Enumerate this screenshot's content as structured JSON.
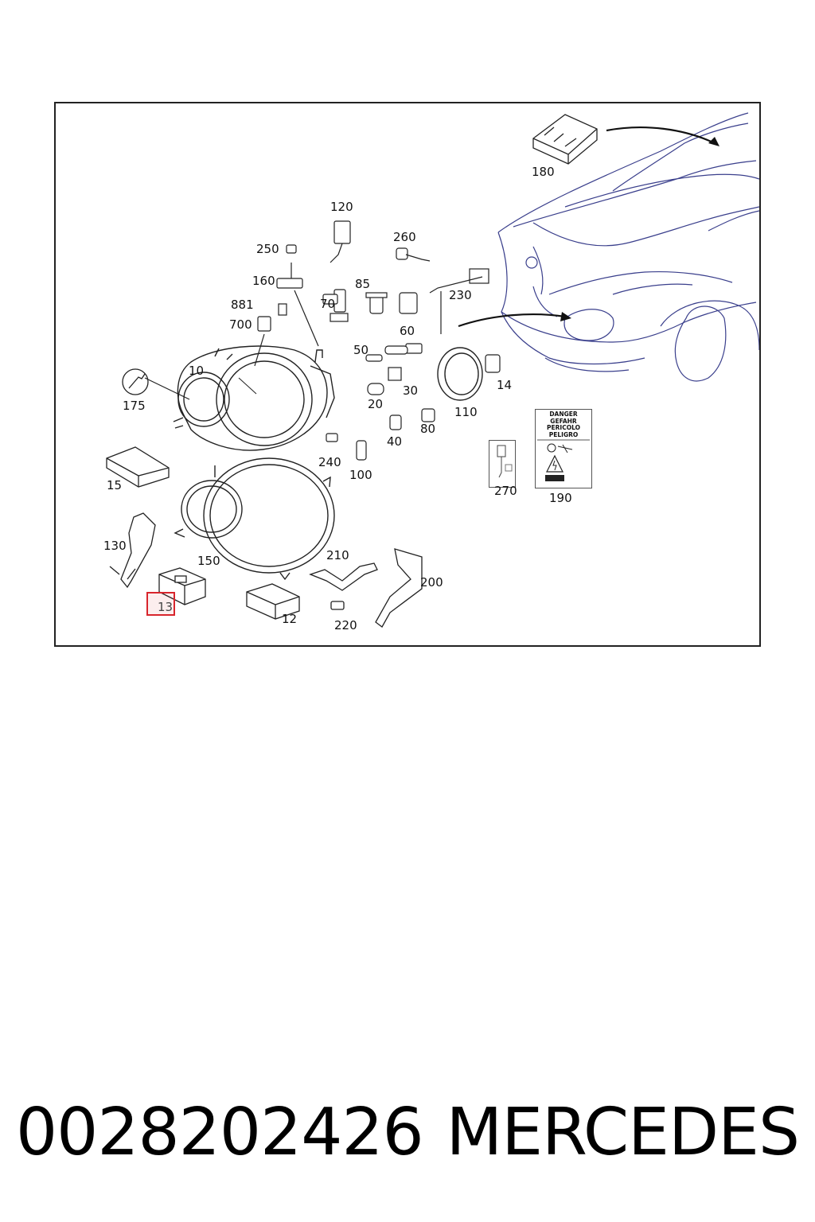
{
  "diagram": {
    "callouts": {
      "p10": "10",
      "p12": "12",
      "p13": "13",
      "p14": "14",
      "p15": "15",
      "p20": "20",
      "p30": "30",
      "p40": "40",
      "p50": "50",
      "p60": "60",
      "p70": "70",
      "p80": "80",
      "p85": "85",
      "p100": "100",
      "p110": "110",
      "p120": "120",
      "p130": "130",
      "p150": "150",
      "p160": "160",
      "p175": "175",
      "p180": "180",
      "p190": "190",
      "p200": "200",
      "p210": "210",
      "p220": "220",
      "p230": "230",
      "p240": "240",
      "p250": "250",
      "p260": "260",
      "p270": "270",
      "p700": "700",
      "p881": "881"
    },
    "highlighted_part": "13",
    "highlight_color": "#d8252c",
    "warning_label": [
      "DANGER",
      "GEFAHR",
      "PERICOLO",
      "PELIGRO"
    ]
  },
  "footer": {
    "part_number": "0028202426",
    "brand": "MERCEDES"
  }
}
